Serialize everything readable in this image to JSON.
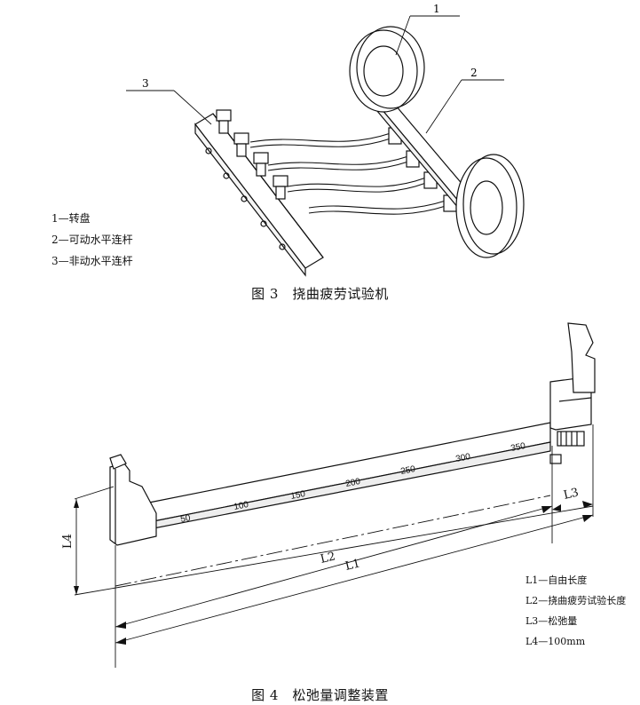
{
  "figure3": {
    "callouts": [
      "1",
      "2",
      "3"
    ],
    "legend": [
      "1—转盘",
      "2—可动水平连杆",
      "3—非动水平连杆"
    ],
    "caption": "图 3　挠曲疲劳试验机"
  },
  "figure4": {
    "scale_marks": [
      "50",
      "100",
      "150",
      "200",
      "250",
      "300",
      "350"
    ],
    "dimension_labels": [
      "L1",
      "L2",
      "L3",
      "L4"
    ],
    "legend": [
      "L1—自由长度",
      "L2—挠曲疲劳试验长度",
      "L3—松弛量",
      "L4—100mm"
    ],
    "caption": "图 4　松弛量调整装置"
  }
}
